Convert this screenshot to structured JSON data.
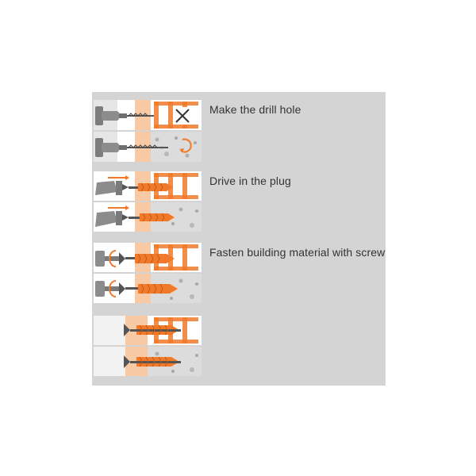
{
  "colors": {
    "panel_background": "#d4d4d4",
    "label_text": "#333333",
    "orange_plug": "#f07a2a",
    "light_orange_material": "#f7c9a4",
    "tool_grey": "#8c8c8c"
  },
  "steps": [
    {
      "label": "Make the drill hole",
      "icons": [
        "drill-icon",
        "drill-icon",
        "no-hammer-icon",
        "rotation-arrow-icon"
      ]
    },
    {
      "label": "Drive in the plug",
      "icons": [
        "hammer-icon",
        "hammer-icon",
        "push-arrow-icon"
      ]
    },
    {
      "label": "Fasten building material with screw",
      "icons": [
        "screwdriver-icon",
        "screwdriver-icon",
        "rotation-arrow-icon"
      ]
    },
    {
      "label": "",
      "icons": [
        "screw-icon",
        "screw-icon"
      ]
    }
  ]
}
